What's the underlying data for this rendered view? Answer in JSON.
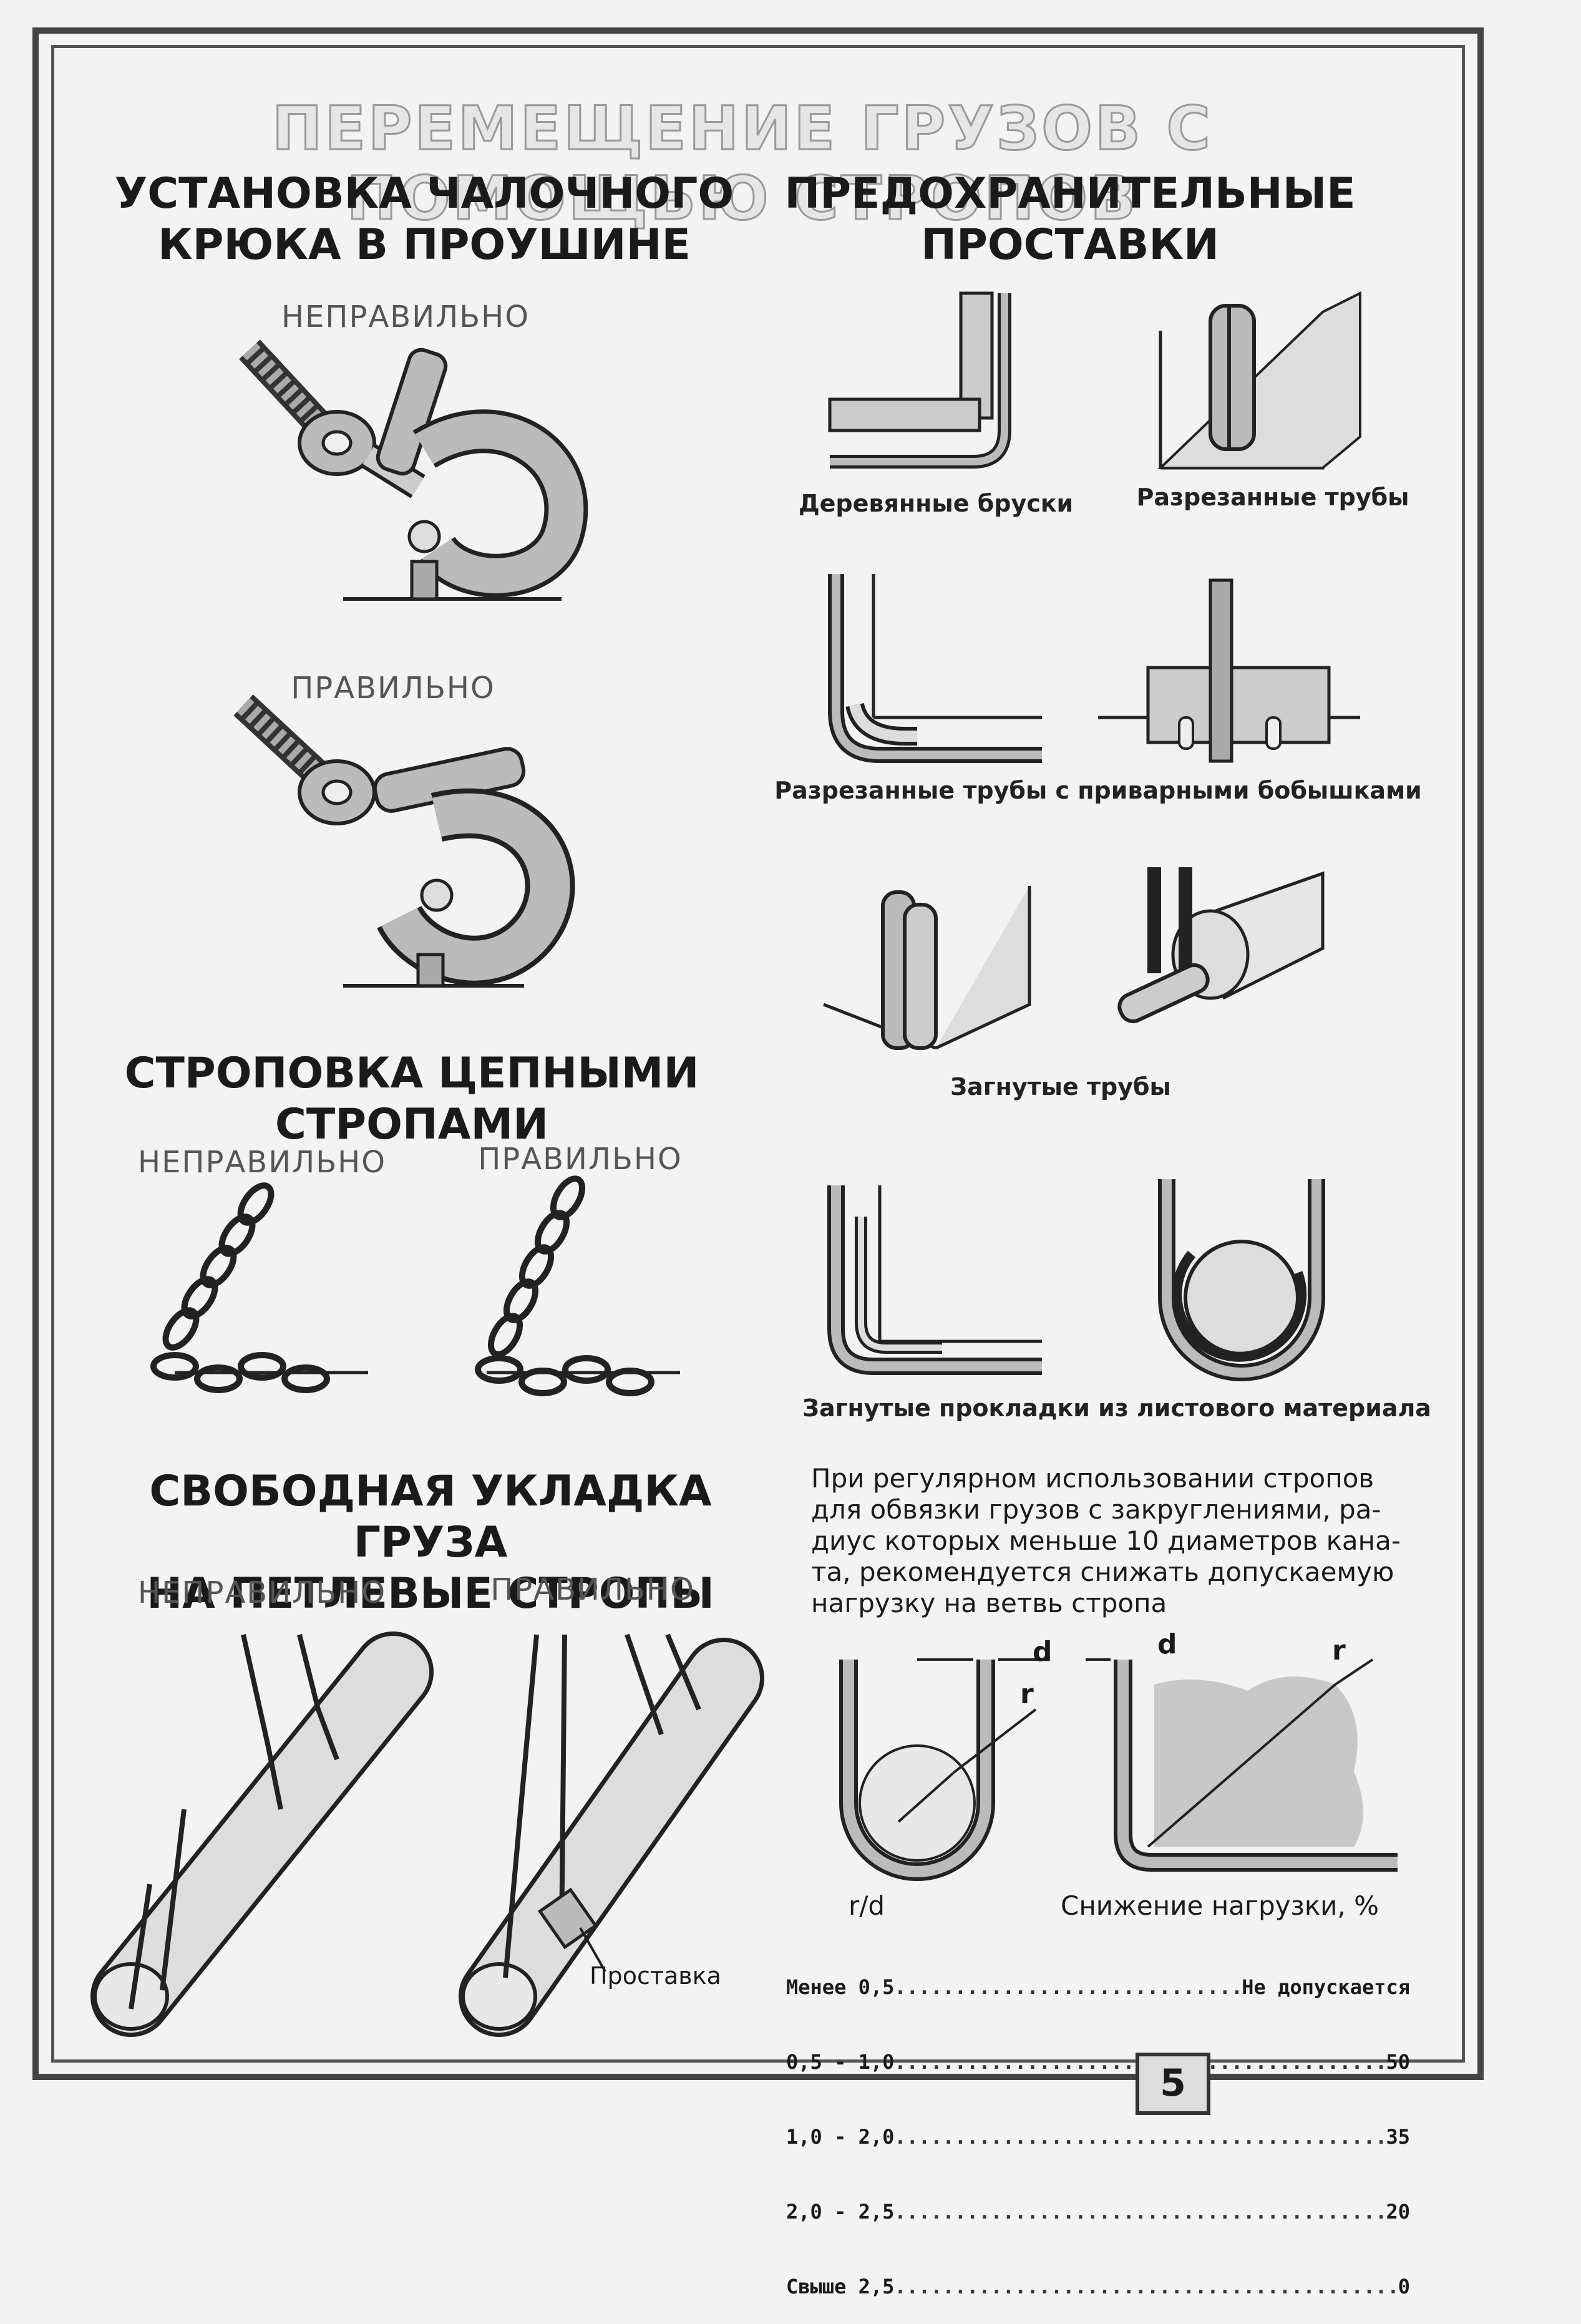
{
  "title": "ПЕРЕМЕЩЕНИЕ ГРУЗОВ С ПОМОЩЬЮ СТРОПОВ",
  "section_hook": {
    "heading_line1": "УСТАНОВКА ЧАЛОЧНОГО",
    "heading_line2": "КРЮКА В ПРОУШИНЕ",
    "wrong_label": "НЕПРАВИЛЬНО",
    "right_label": "ПРАВИЛЬНО"
  },
  "section_spacers": {
    "heading_line1": "ПРЕДОХРАНИТЕЛЬНЫЕ",
    "heading_line2": "ПРОСТАВКИ",
    "caption_wood": "Деревянные бруски",
    "caption_cut_pipes": "Разрезанные трубы",
    "caption_cut_pipes_bosses": "Разрезанные трубы с приварными бобышками",
    "caption_bent_pipes": "Загнутые трубы",
    "caption_sheet": "Загнутые прокладки из листового материала"
  },
  "section_chain": {
    "heading_line1": "СТРОПОВКА ЦЕПНЫМИ",
    "heading_line2": "СТРОПАМИ",
    "wrong_label": "НЕПРАВИЛЬНО",
    "right_label": "ПРАВИЛЬНО"
  },
  "section_loop": {
    "heading_line1": "СВОБОДНАЯ УКЛАДКА ГРУЗА",
    "heading_line2": "НА ПЕТЛЕВЫЕ СТРОПЫ",
    "wrong_label": "НЕПРАВИЛЬНО",
    "right_label": "ПРАВИЛЬНО",
    "spacer_label": "Проставка"
  },
  "recommendation": {
    "line1": "При регулярном использовании стропов",
    "line2": "для обвязки грузов с закруглениями, ра-",
    "line3": "диус которых меньше 10 диаметров кана-",
    "line4": "та, рекомендуется снижать допускаемую",
    "line5": "нагрузку на ветвь стропа"
  },
  "diagram_labels": {
    "d": "d",
    "r": "r"
  },
  "table": {
    "col1_header": "r/d",
    "col2_header": "Снижение нагрузки, %",
    "rows": [
      {
        "range": "Менее 0,5",
        "value": "Не допускается"
      },
      {
        "range": "0,5 - 1,0",
        "value": "50"
      },
      {
        "range": "1,0 - 2,0",
        "value": "35"
      },
      {
        "range": "2,0 - 2,5",
        "value": "20"
      },
      {
        "range": "Свыше 2,5",
        "value": "0"
      }
    ]
  },
  "page_number": "5"
}
